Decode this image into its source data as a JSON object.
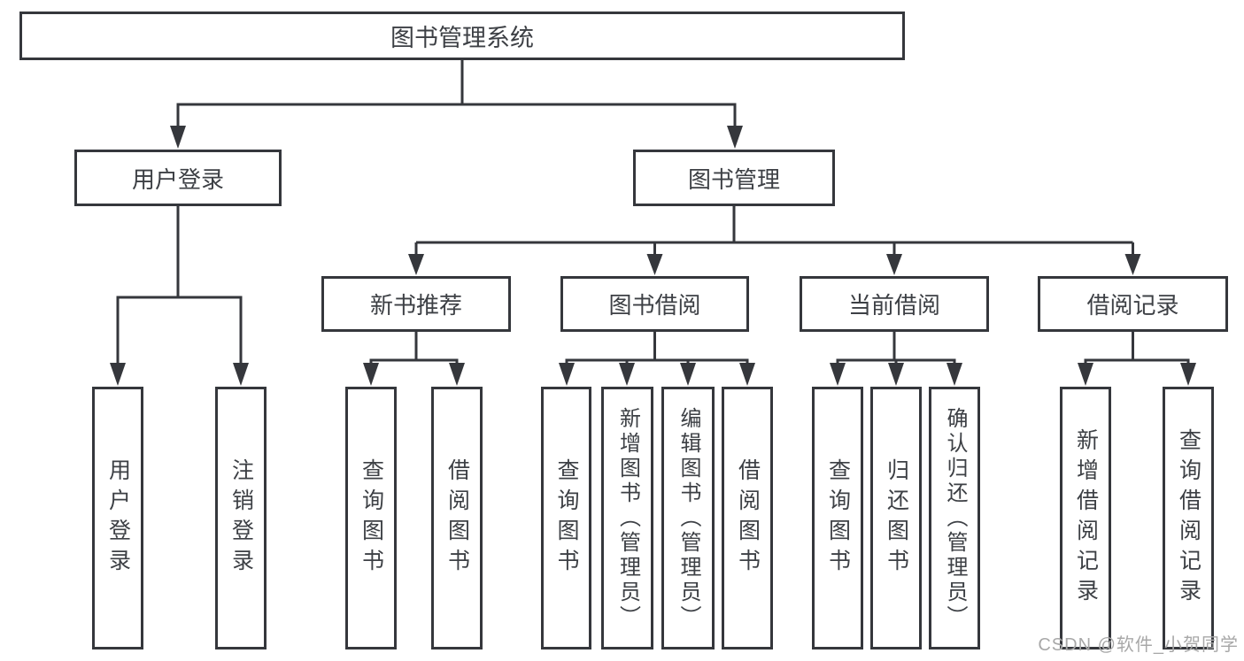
{
  "root": {
    "label": "图书管理系统"
  },
  "level2": {
    "user_login": {
      "label": "用户登录",
      "leaves": [
        "用户登录",
        "注销登录"
      ]
    },
    "book_management": {
      "label": "图书管理"
    }
  },
  "modules": [
    {
      "label": "新书推荐",
      "leaves": [
        "查询图书",
        "借阅图书"
      ]
    },
    {
      "label": "图书借阅",
      "leaves": [
        "查询图书",
        "新增图书（管理员）",
        "编辑图书（管理员）",
        "借阅图书"
      ]
    },
    {
      "label": "当前借阅",
      "leaves": [
        "查询图书",
        "归还图书",
        "确认归还（管理员）"
      ]
    },
    {
      "label": "借阅记录",
      "leaves": [
        "新增借阅记录",
        "查询借阅记录"
      ]
    }
  ],
  "watermark": "CSDN @软件_小贺同学",
  "colors": {
    "line": "#35373c",
    "text": "#3d4045",
    "watermark": "#a8a8a8",
    "background": "#ffffff"
  }
}
